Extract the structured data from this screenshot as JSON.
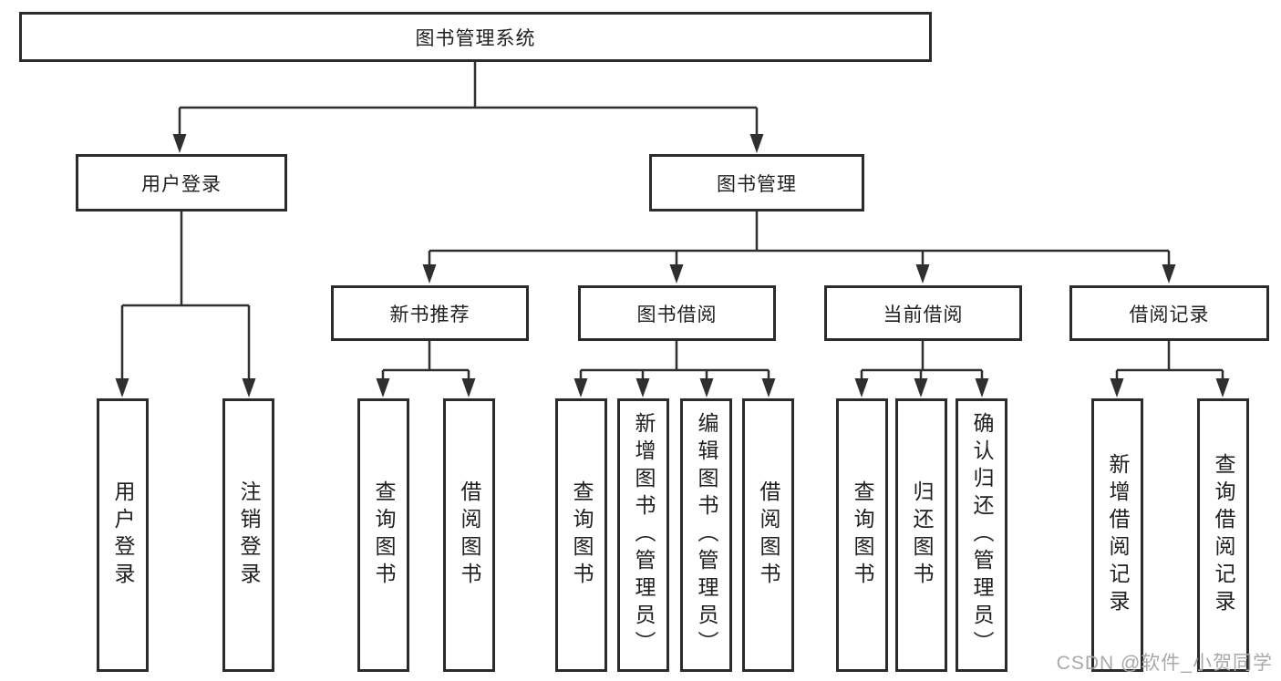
{
  "page": {
    "watermark": "CSDN @软件_小贺同学",
    "colors": {
      "background": "#ffffff",
      "line": "#2f2f2f",
      "box_border": "#2b2b2b",
      "box_fill": "#ffffff",
      "text": "#1f1f1f",
      "watermark_text": "#a9a9a9"
    }
  },
  "tree": {
    "label": "图书管理系统",
    "children": [
      {
        "label": "用户登录",
        "children": [
          {
            "label": "用户登录"
          },
          {
            "label": "注销登录"
          }
        ]
      },
      {
        "label": "图书管理",
        "children": [
          {
            "label": "新书推荐",
            "children": [
              {
                "label": "查询图书"
              },
              {
                "label": "借阅图书"
              }
            ]
          },
          {
            "label": "图书借阅",
            "children": [
              {
                "label": "查询图书"
              },
              {
                "label": "新增图书（管理员）"
              },
              {
                "label": "编辑图书（管理员）"
              },
              {
                "label": "借阅图书"
              }
            ]
          },
          {
            "label": "当前借阅",
            "children": [
              {
                "label": "查询图书"
              },
              {
                "label": "归还图书"
              },
              {
                "label": "确认归还（管理员）"
              }
            ]
          },
          {
            "label": "借阅记录",
            "children": [
              {
                "label": "新增借阅记录"
              },
              {
                "label": "查询借阅记录"
              }
            ]
          }
        ]
      }
    ]
  }
}
